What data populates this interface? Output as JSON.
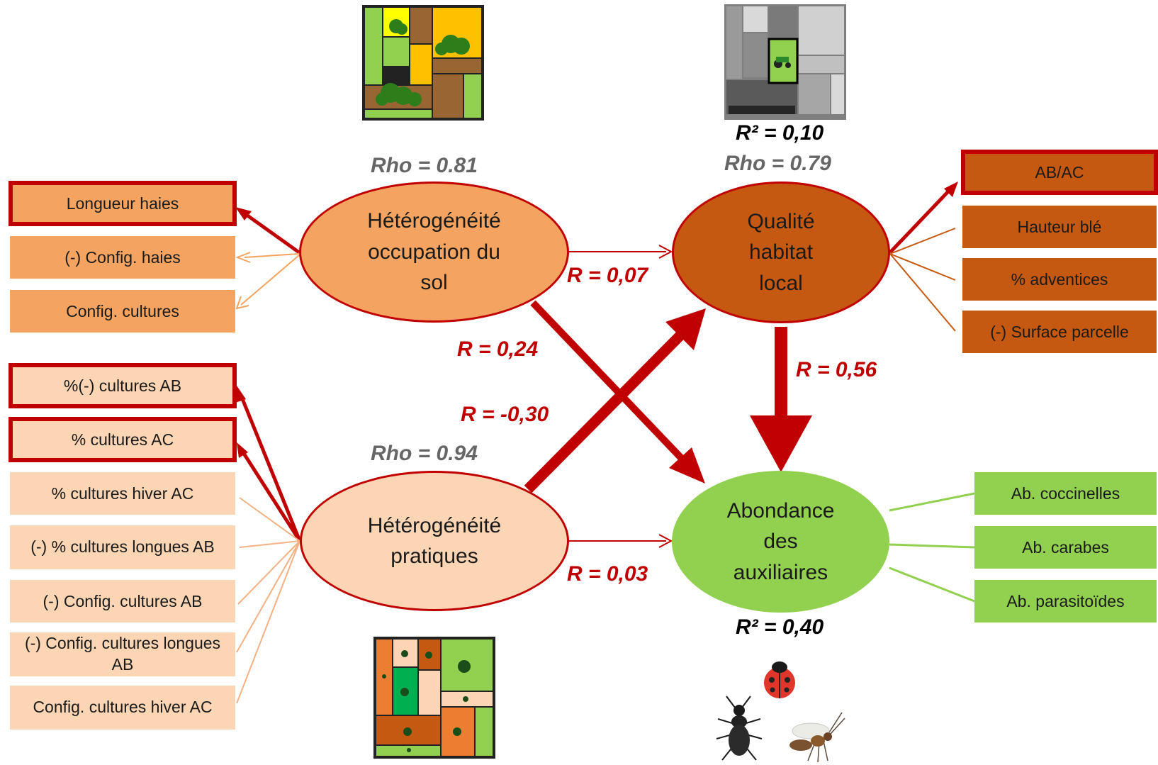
{
  "colors": {
    "red": "#c00000",
    "orange_box": "#f4a460",
    "peach_box": "#fcd5b4",
    "brown_box": "#c65911",
    "green_box": "#92d050"
  },
  "nodes": {
    "land_use": {
      "line1": "Hétérogénéité",
      "line2": "occupation du",
      "line3": "sol",
      "rho": "Rho = 0.81"
    },
    "practices": {
      "line1": "Hétérogénéité",
      "line2": "pratiques",
      "rho": "Rho = 0.94"
    },
    "habitat": {
      "line1": "Qualité",
      "line2": "habitat",
      "line3": "local",
      "rho": "Rho = 0.79",
      "r2": "R² = 0,10"
    },
    "auxiliaries": {
      "line1": "Abondance",
      "line2": "des",
      "line3": "auxiliaires",
      "r2": "R² = 0,40"
    }
  },
  "paths": {
    "land_to_habitat": "R = 0,07",
    "land_to_aux": "R = 0,24",
    "practices_to_habitat": "R = -0,30",
    "habitat_to_aux": "R = 0,56",
    "practices_to_aux": "R = 0,03"
  },
  "indicators": {
    "land_use": [
      "Longueur haies",
      "(-) Config. haies",
      "Config. cultures"
    ],
    "practices": [
      "%(-)  cultures AB",
      "% cultures AC",
      "% cultures hiver AC",
      "(-) % cultures longues AB",
      "(-) Config. cultures AB",
      "(-) Config. cultures longues AB",
      "Config. cultures  hiver AC"
    ],
    "habitat": [
      "AB/AC",
      "Hauteur blé",
      "% adventices",
      "(-) Surface parcelle"
    ],
    "auxiliaries": [
      "Ab. coccinelles",
      "Ab. carabes",
      "Ab. parasitoïdes"
    ]
  },
  "icons": [
    "landscape-mosaic-icon",
    "field-grayscale-icon",
    "farm-practices-mosaic-icon",
    "ladybird-icon",
    "carabid-beetle-icon",
    "parasitoid-wasp-icon"
  ]
}
